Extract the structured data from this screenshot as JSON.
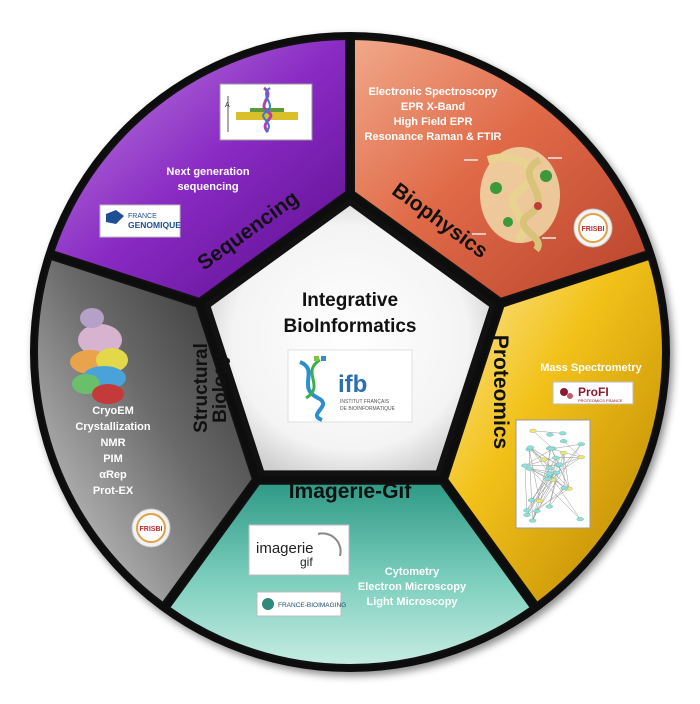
{
  "center": {
    "title_line1": "Integrative",
    "title_line2": "BioInformatics",
    "logo_text": "ifb",
    "logo_sub1": "INSTITUT FRANÇAIS",
    "logo_sub2": "DE BIOINFORMATIQUE"
  },
  "segments": {
    "sequencing": {
      "title": "Sequencing",
      "items": [
        "Next generation",
        "sequencing"
      ],
      "logo_line1": "FRANCE",
      "logo_line2": "GENOMIQUE"
    },
    "biophysics": {
      "title": "Biophysics",
      "items": [
        "Electronic Spectroscopy",
        "EPR X-Band",
        "High Field EPR",
        "Resonance Raman & FTIR"
      ],
      "badge": "FRISBI"
    },
    "proteomics": {
      "title": "Proteomics",
      "items": [
        "Mass Spectrometry"
      ],
      "logo_text": "ProFI",
      "logo_sub": "PROTEOMICS FRANCE"
    },
    "imagerie": {
      "title": "Imagerie-Gif",
      "items": [
        "Cytometry",
        "Electron Microscopy",
        "Light Microscopy"
      ],
      "logo_text": "imagerie",
      "logo_text2": "gif",
      "logo2_text": "FRANCE-BIOIMAGING"
    },
    "structural": {
      "title_line1": "Structural",
      "title_line2": "Biology",
      "items": [
        "CryoEM",
        "Crystallization",
        "NMR",
        "PIM",
        "αRep",
        "Prot-EX"
      ],
      "badge": "FRISBI"
    }
  },
  "colors": {
    "sequencing": "#7a16b0",
    "biophysics": "#d45a3c",
    "proteomics": "#e0a800",
    "imagerie": "#2f9a86",
    "structural": "#3c3c3c",
    "ring_border": "#111111"
  }
}
